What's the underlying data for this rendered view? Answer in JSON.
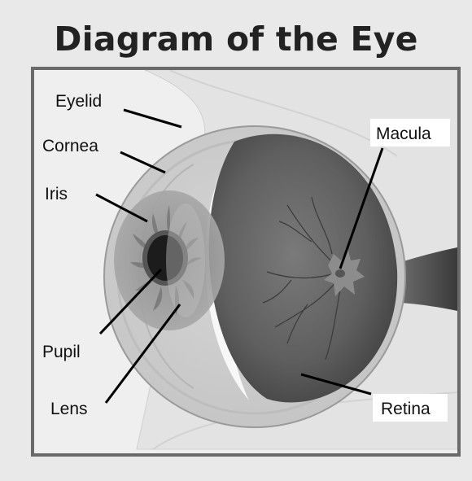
{
  "title": "Diagram of the Eye",
  "labels": {
    "eyelid": "Eyelid",
    "cornea": "Cornea",
    "iris": "Iris",
    "pupil": "Pupil",
    "lens": "Lens",
    "macula": "Macula",
    "retina": "Retina"
  },
  "colors": {
    "page_background": "#e9e9e9",
    "frame_border": "#6a6a6a",
    "tissue_background": "#efefef",
    "eyeball": "#dcdcdc",
    "vitreous_dark": "#5c5c5c",
    "iris": "#9a9a9a",
    "pupil": "#1c1c1c",
    "leader_lines": "#000000"
  }
}
